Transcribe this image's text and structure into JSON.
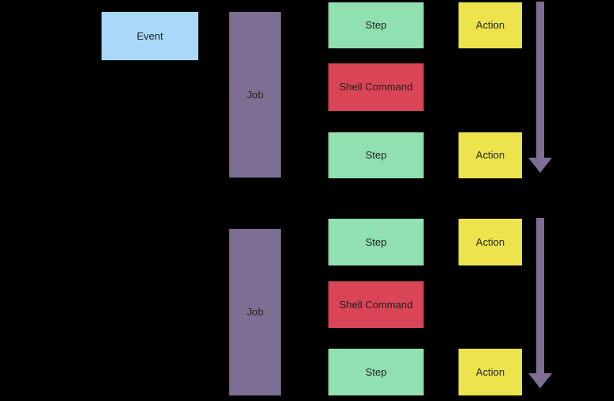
{
  "diagram": {
    "background_color": "#000000",
    "text_color": "#1F1F1F",
    "event": {
      "label": "Event",
      "color": "#A9D8F9"
    },
    "groups": [
      {
        "job": {
          "label": "Job",
          "color": "#7E6E93"
        },
        "rows": [
          {
            "type": "step",
            "label": "Step",
            "color": "#91E0B1",
            "action": {
              "label": "Action",
              "color": "#EDE44D"
            }
          },
          {
            "type": "shell-command",
            "label": "Shell Command",
            "color": "#D94556"
          },
          {
            "type": "step",
            "label": "Step",
            "color": "#91E0B1",
            "action": {
              "label": "Action",
              "color": "#EDE44D"
            }
          }
        ],
        "flow_arrow": {
          "icon": "down-arrow-icon",
          "color": "#7E6E93"
        }
      },
      {
        "job": {
          "label": "Job",
          "color": "#7E6E93"
        },
        "rows": [
          {
            "type": "step",
            "label": "Step",
            "color": "#91E0B1",
            "action": {
              "label": "Action",
              "color": "#EDE44D"
            }
          },
          {
            "type": "shell-command",
            "label": "Shell Command",
            "color": "#D94556"
          },
          {
            "type": "step",
            "label": "Step",
            "color": "#91E0B1",
            "action": {
              "label": "Action",
              "color": "#EDE44D"
            }
          }
        ],
        "flow_arrow": {
          "icon": "down-arrow-icon",
          "color": "#7E6E93"
        }
      }
    ]
  }
}
